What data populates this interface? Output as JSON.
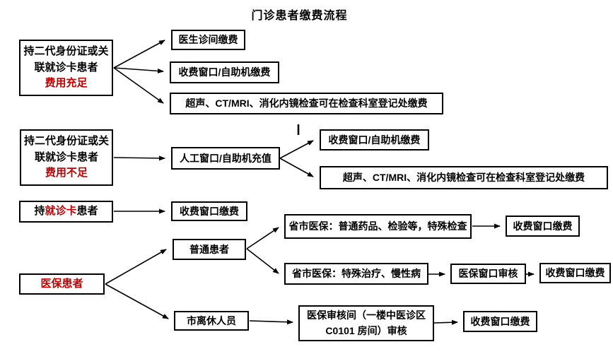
{
  "title": "门诊患者缴费流程",
  "colors": {
    "accent_red": "#c00000",
    "line_black": "#000000",
    "background": "#ffffff"
  },
  "nodes": {
    "a1": {
      "line1": "持二代身份证或关",
      "line2": "联就诊卡患者",
      "line3": "费用充足"
    },
    "a2": {
      "text": "医生诊间缴费"
    },
    "a3": {
      "text": "收费窗口/自助机缴费"
    },
    "a4": {
      "text": "超声、CT/MRI、消化内镜检查可在检查科室登记处缴费"
    },
    "b1": {
      "line1": "持二代身份证或关",
      "line2": "联就诊卡患者",
      "line3": "费用不足"
    },
    "b2": {
      "text": "人工窗口/自助机充值"
    },
    "b3": {
      "text": "收费窗口/自助机缴费"
    },
    "b4": {
      "text": "超声、CT/MRI、消化内镜检查可在检查科室登记处缴费"
    },
    "c1": {
      "prefix": "持",
      "highlight": "就诊卡",
      "suffix": "患者"
    },
    "c2": {
      "text": "收费窗口缴费"
    },
    "d1": {
      "text": "医保患者"
    },
    "d2": {
      "text": "普通患者"
    },
    "d3": {
      "text": "市离休人员"
    },
    "d4": {
      "text": "省市医保：普通药品、检验等，特殊检查"
    },
    "d5": {
      "text": "收费窗口缴费"
    },
    "d6": {
      "text": "省市医保：特殊治疗、慢性病"
    },
    "d7": {
      "text": "医保窗口审核"
    },
    "d8": {
      "text": "收费窗口缴费"
    },
    "d9": {
      "line1": "医保审核间（一楼中医诊区",
      "line2": "C0101 房间）审核"
    },
    "d10": {
      "text": "收费窗口缴费"
    }
  }
}
